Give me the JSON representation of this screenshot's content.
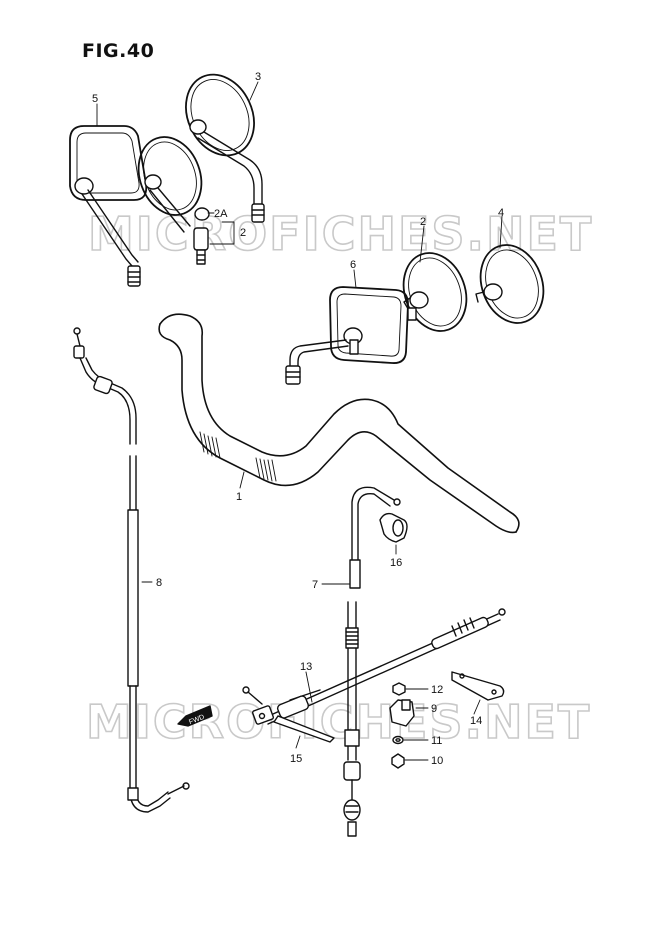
{
  "figure": {
    "title": "FIG.40"
  },
  "watermark": {
    "text": "MICROFICHES.NET"
  },
  "fwd_label": "FWD",
  "callouts": {
    "c1": "1",
    "c2a": "2",
    "c2b": "2",
    "c2A": "2A",
    "c3": "3",
    "c4": "4",
    "c5": "5",
    "c6": "6",
    "c7": "7",
    "c8": "8",
    "c9": "9",
    "c10": "10",
    "c11": "11",
    "c12": "12",
    "c13": "13",
    "c14": "14",
    "c15": "15",
    "c16": "16"
  }
}
